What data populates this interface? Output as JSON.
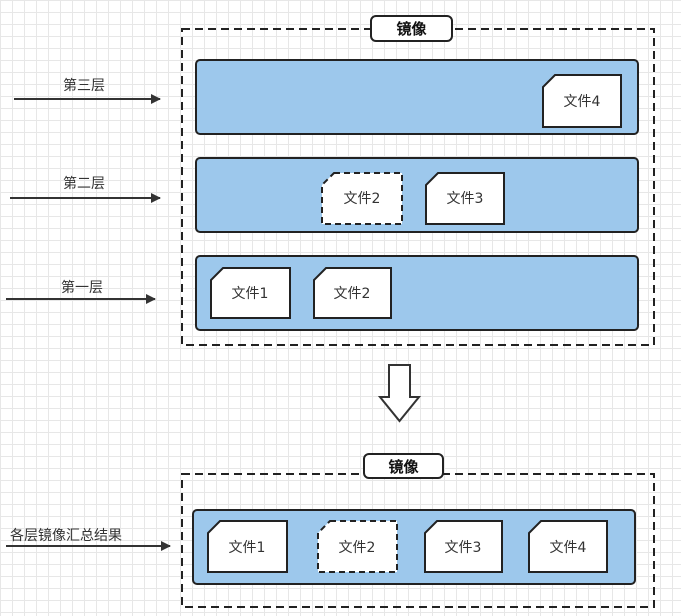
{
  "colors": {
    "layer_fill": "#9dc8ec",
    "stroke": "#222222",
    "file_fill": "#ffffff"
  },
  "top_image": {
    "title": "镜像",
    "layers": [
      {
        "label": "第三层",
        "files": [
          {
            "name": "文件4",
            "deleted": false
          }
        ]
      },
      {
        "label": "第二层",
        "files": [
          {
            "name": "文件2",
            "deleted": true
          },
          {
            "name": "文件3",
            "deleted": false
          }
        ]
      },
      {
        "label": "第一层",
        "files": [
          {
            "name": "文件1",
            "deleted": false
          },
          {
            "name": "文件2",
            "deleted": false
          }
        ]
      }
    ]
  },
  "bottom_image": {
    "title": "镜像",
    "label": "各层镜像汇总结果",
    "files": [
      {
        "name": "文件1",
        "deleted": false
      },
      {
        "name": "文件2",
        "deleted": true
      },
      {
        "name": "文件3",
        "deleted": false
      },
      {
        "name": "文件4",
        "deleted": false
      }
    ]
  }
}
